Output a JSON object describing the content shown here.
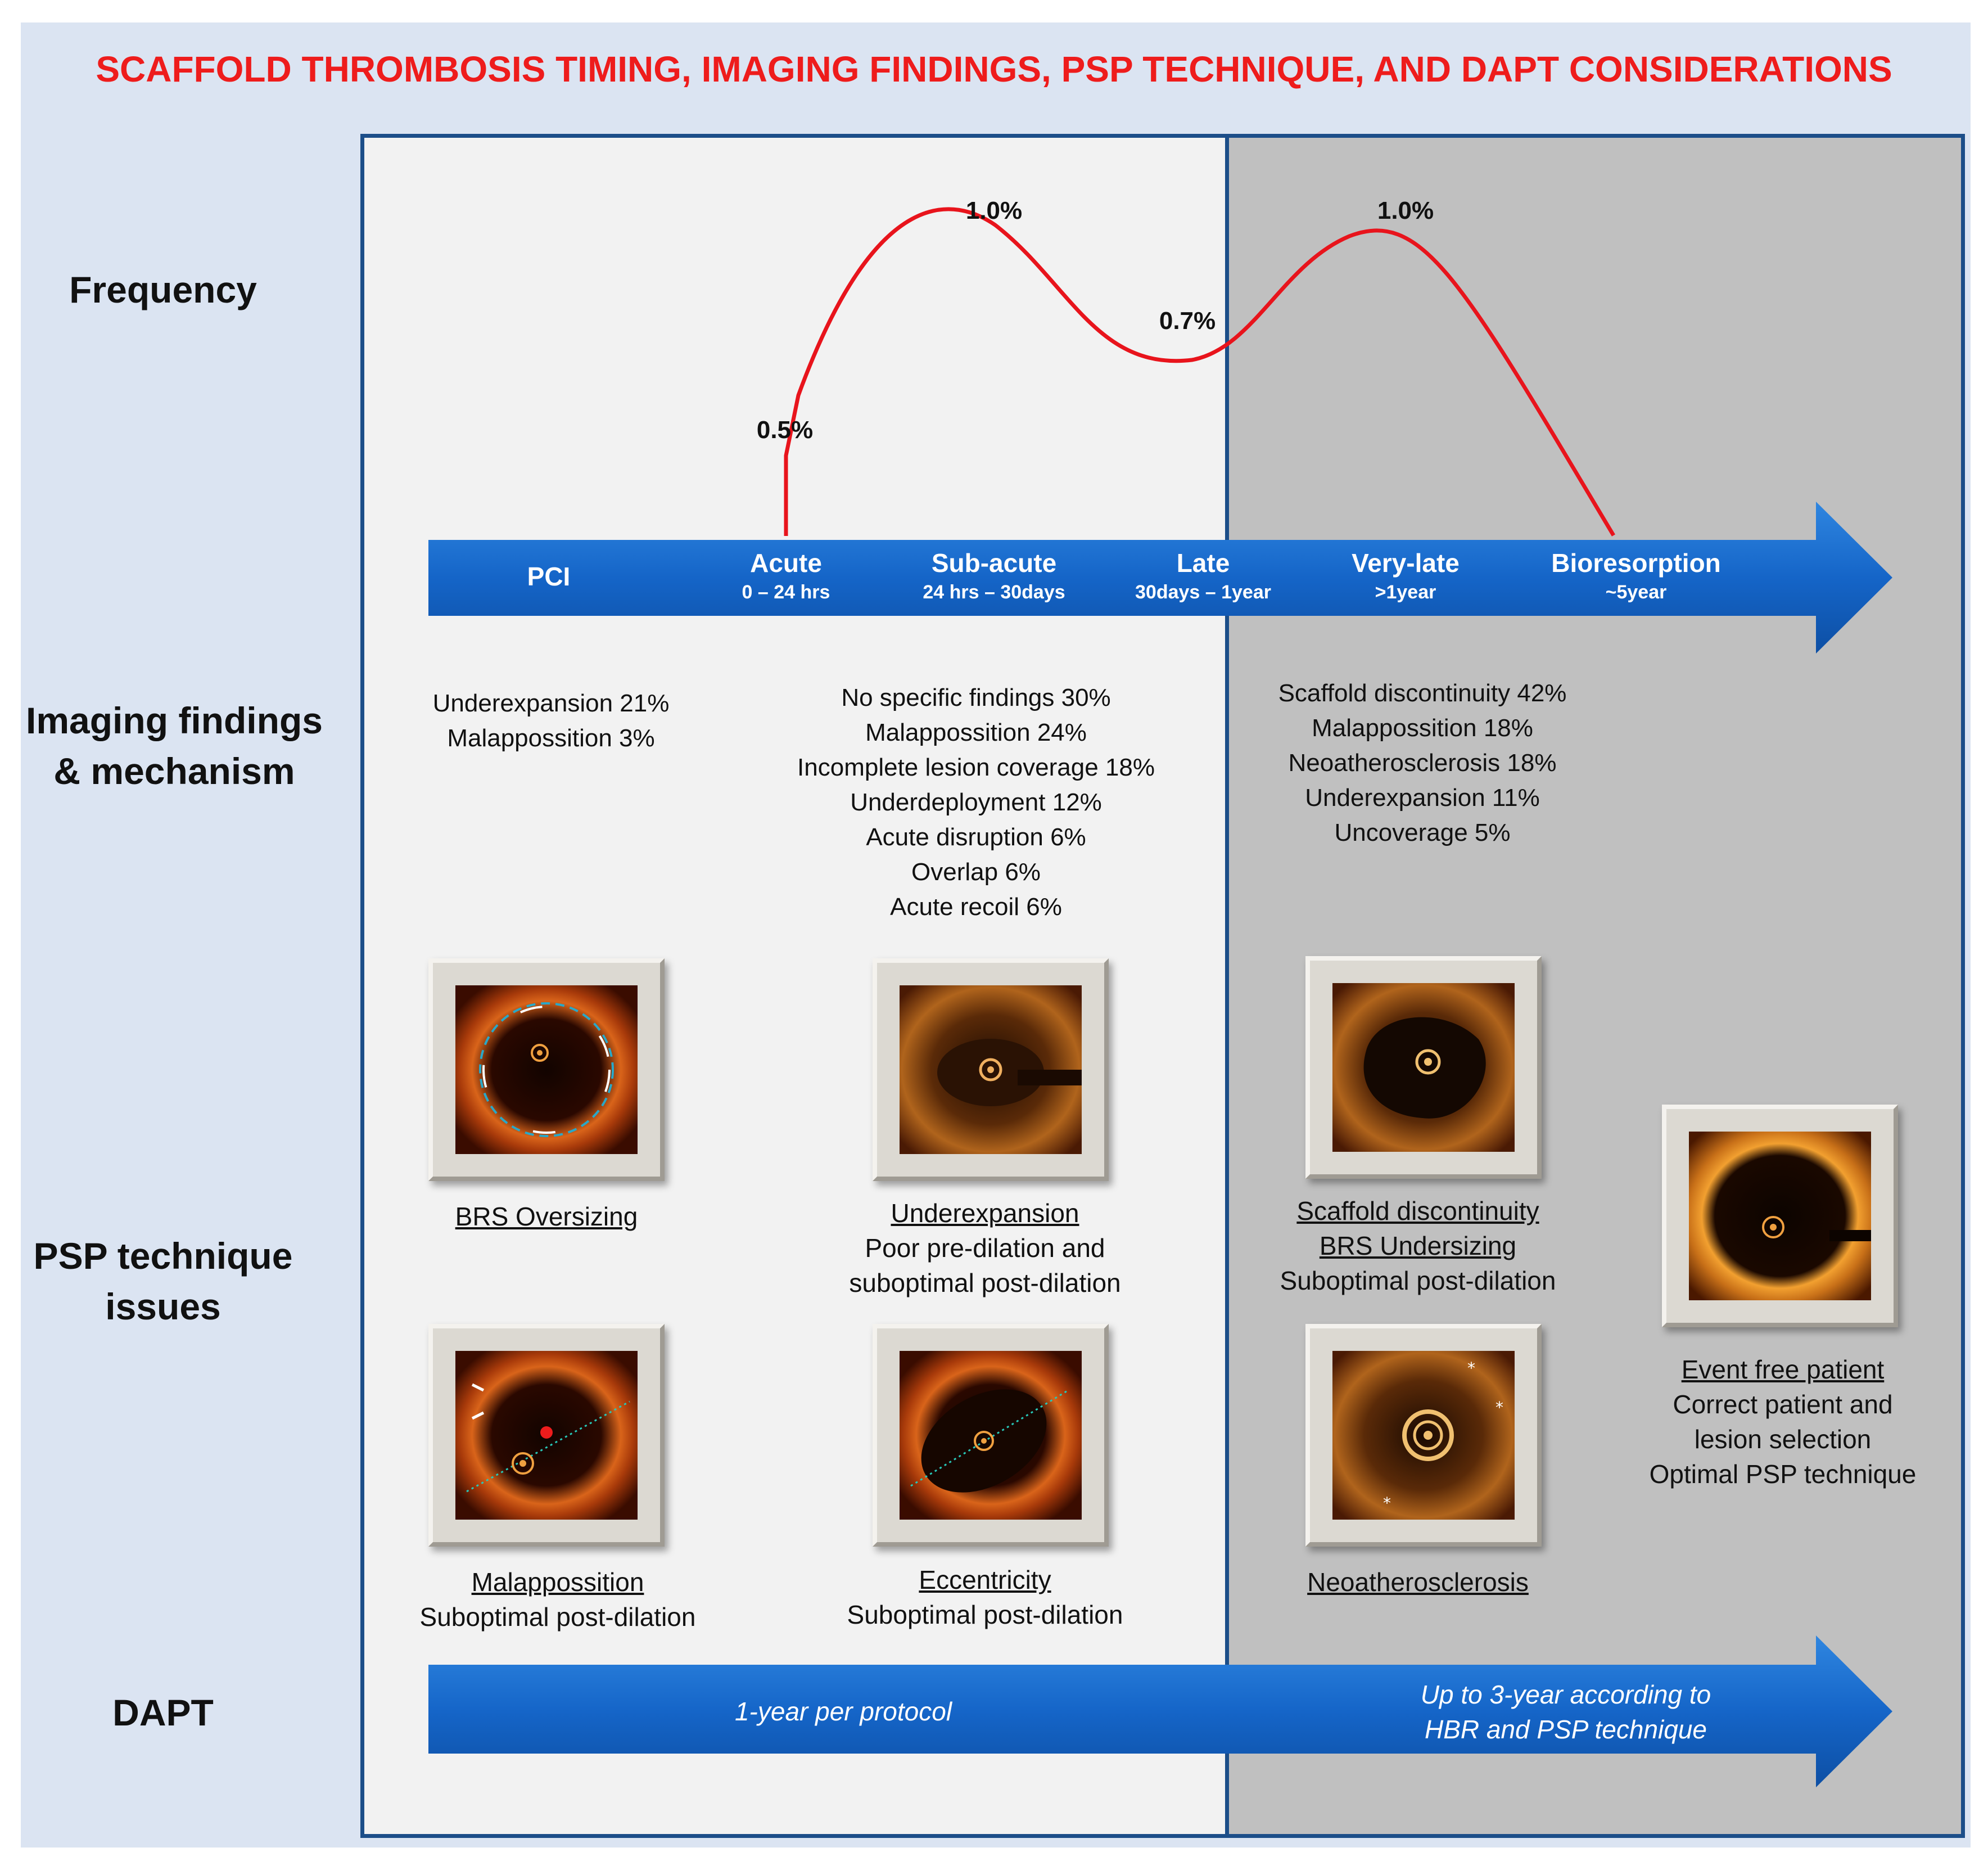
{
  "title": "SCAFFOLD THROMBOSIS TIMING, IMAGING FINDINGS, PSP TECHNIQUE, AND DAPT CONSIDERATIONS",
  "row_labels": {
    "frequency": "Frequency",
    "imaging_1": "Imaging findings",
    "imaging_2": "& mechanism",
    "psp_1": "PSP technique",
    "psp_2": "issues",
    "dapt": "DAPT"
  },
  "frequency_labels": {
    "acute": "0.5%",
    "subacute": "1.0%",
    "late": "0.7%",
    "verylate": "1.0%"
  },
  "timeline": [
    {
      "name": "PCI",
      "sub": ""
    },
    {
      "name": "Acute",
      "sub": "0 – 24 hrs"
    },
    {
      "name": "Sub-acute",
      "sub": "24 hrs – 30days"
    },
    {
      "name": "Late",
      "sub": "30days – 1year"
    },
    {
      "name": "Very-late",
      "sub": ">1year"
    },
    {
      "name": "Bioresorption",
      "sub": "~5year"
    }
  ],
  "findings": {
    "acute": [
      "Underexpansion 21%",
      "Malappossition  3%"
    ],
    "subacute": [
      "No specific findings 30%",
      "Malappossition  24%",
      "Incomplete lesion coverage 18%",
      "Underdeployment 12%",
      "Acute disruption 6%",
      "Overlap 6%",
      "Acute recoil 6%"
    ],
    "verylate": [
      "Scaffold discontinuity 42%",
      "Malappossition  18%",
      "Neoatherosclerosis 18%",
      "Underexpansion 11%",
      "Uncoverage 5%"
    ]
  },
  "captions": {
    "brs_oversizing": "BRS Oversizing",
    "underexpansion": "Underexpansion",
    "underexpansion_2": "Poor pre-dilation and",
    "underexpansion_3": "suboptimal post-dilation",
    "scaffold_disc": "Scaffold discontinuity",
    "brs_undersizing": "BRS Undersizing",
    "scaffold_disc_3": "Suboptimal post-dilation",
    "malappossition": "Malappossition",
    "malappossition_2": "Suboptimal post-dilation",
    "eccentricity": "Eccentricity",
    "eccentricity_2": "Suboptimal post-dilation",
    "neoatherosclerosis": "Neoatherosclerosis",
    "event_free": "Event free patient",
    "event_free_2": "Correct patient and",
    "event_free_3": "lesion selection",
    "event_free_4": "Optimal PSP technique"
  },
  "dapt": {
    "left": "1-year per protocol",
    "right_1": "Up to 3-year according to",
    "right_2": "HBR and PSP technique"
  },
  "colors": {
    "title": "#ee1c1c",
    "curve": "#e8141c",
    "arrow": "#1565c8",
    "border": "#1c4e89"
  }
}
